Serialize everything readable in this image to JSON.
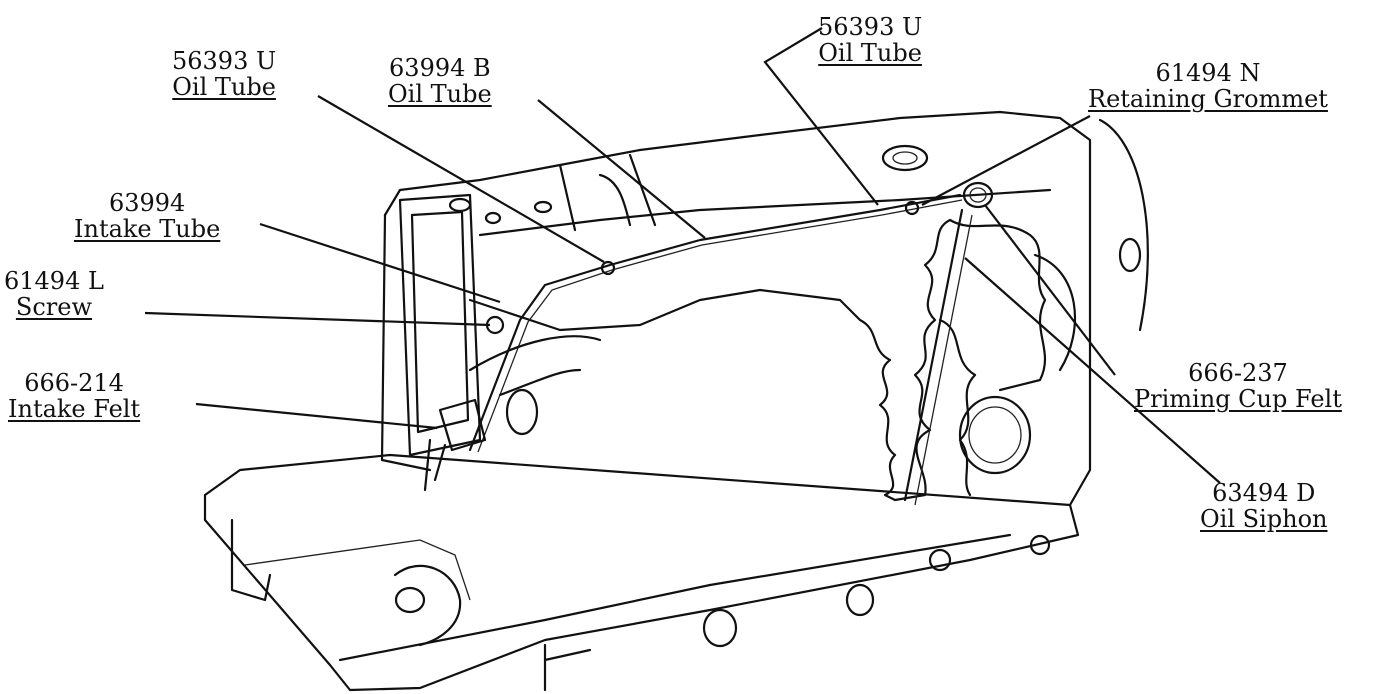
{
  "labels": [
    {
      "id": "oil-tube-left",
      "part": "56393 U",
      "name": "Oil Tube"
    },
    {
      "id": "oil-tube-middle",
      "part": "63994 B",
      "name": "Oil Tube"
    },
    {
      "id": "oil-tube-top",
      "part": "56393 U",
      "name": "Oil Tube"
    },
    {
      "id": "retaining-grommet",
      "part": "61494 N",
      "name": "Retaining Grommet"
    },
    {
      "id": "intake-tube",
      "part": "63994",
      "name": "Intake Tube"
    },
    {
      "id": "screw",
      "part": "61494 L",
      "name": "Screw"
    },
    {
      "id": "intake-felt",
      "part": "666-214",
      "name": "Intake Felt"
    },
    {
      "id": "priming-cup-felt",
      "part": "666-237",
      "name": "Priming Cup Felt"
    },
    {
      "id": "oil-siphon",
      "part": "63494 D",
      "name": "Oil Siphon"
    }
  ]
}
